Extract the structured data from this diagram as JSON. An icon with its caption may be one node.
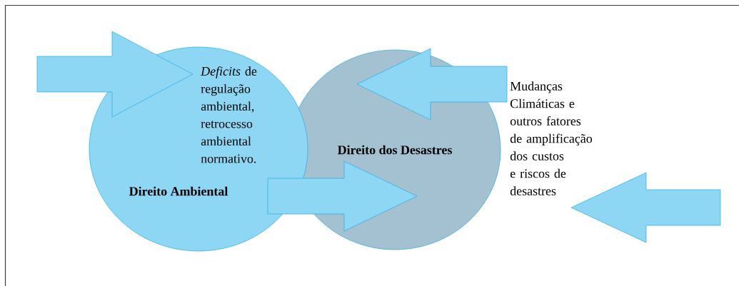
{
  "diagram": {
    "nodes": [
      {
        "text": [
          "Direito Ambiental"
        ]
      },
      {
        "text": [
          "Direito dos Desastres"
        ]
      },
      {
        "text": [
          "*Deficits* de regulação ambiental, retrocesso ambiental normativo."
        ],
        "in": 0
      },
      {
        "text": [
          "Mudanças Climáticas e outros fatores de amplificação dos custos e riscos de desastres"
        ]
      }
    ],
    "edges": [
      {
        "from": null,
        "to": 2,
        "arrow": "to"
      },
      {
        "from": 0,
        "to": 1,
        "arrow": "to"
      },
      {
        "from": 3,
        "to": 1,
        "arrow": "to"
      },
      {
        "from": null,
        "to": 3,
        "arrow": "to"
      }
    ]
  }
}
